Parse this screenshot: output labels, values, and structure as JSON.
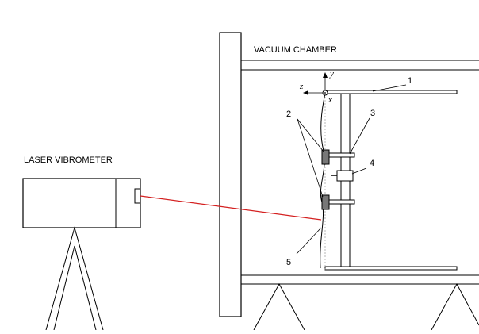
{
  "labels": {
    "chamber": "VACUUM CHAMBER",
    "vibrometer": "LASER VIBROMETER"
  },
  "axes": {
    "x": "x",
    "y": "y",
    "z": "z"
  },
  "callouts": [
    "1",
    "2",
    "3",
    "4",
    "5"
  ],
  "colors": {
    "laser_beam": "#d42020",
    "line": "#000000",
    "sensor_fill": "#777777"
  }
}
